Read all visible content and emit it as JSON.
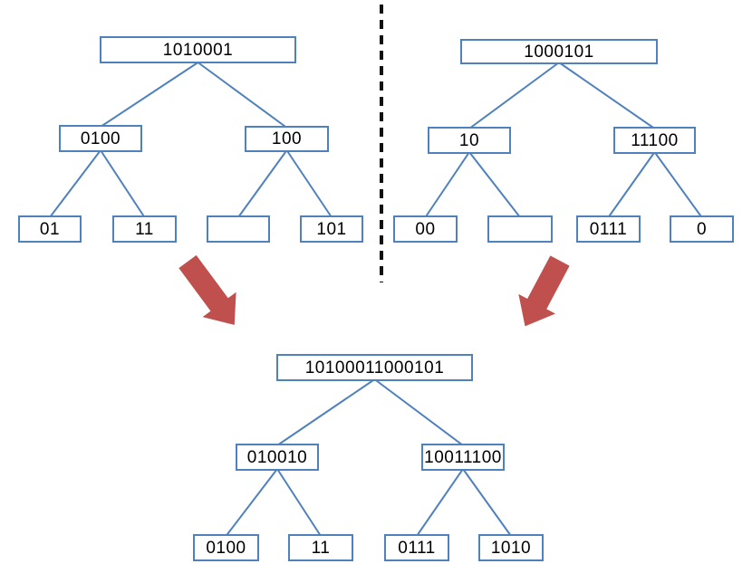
{
  "diagram": {
    "title_hidden": "",
    "colors": {
      "box_border": "#4f81bd",
      "edge": "#4f81bd",
      "arrow_fill": "#c0504d",
      "divider": "#111111",
      "box_fill": "#ffffff",
      "text": "#000000",
      "page_bg": "#ffffff"
    },
    "trees": {
      "top_left": {
        "root": "1010001",
        "level2": [
          "0100",
          "100"
        ],
        "level3": [
          "01",
          "11",
          "",
          "101"
        ]
      },
      "top_right": {
        "root": "1000101",
        "level2": [
          "10",
          "11100"
        ],
        "level3": [
          "00",
          "",
          "0111",
          "0"
        ]
      },
      "merged": {
        "root": "10100011000101",
        "level2": [
          "010010",
          "10011100"
        ],
        "level3": [
          "0100",
          "11",
          "0111",
          "1010"
        ]
      }
    }
  }
}
